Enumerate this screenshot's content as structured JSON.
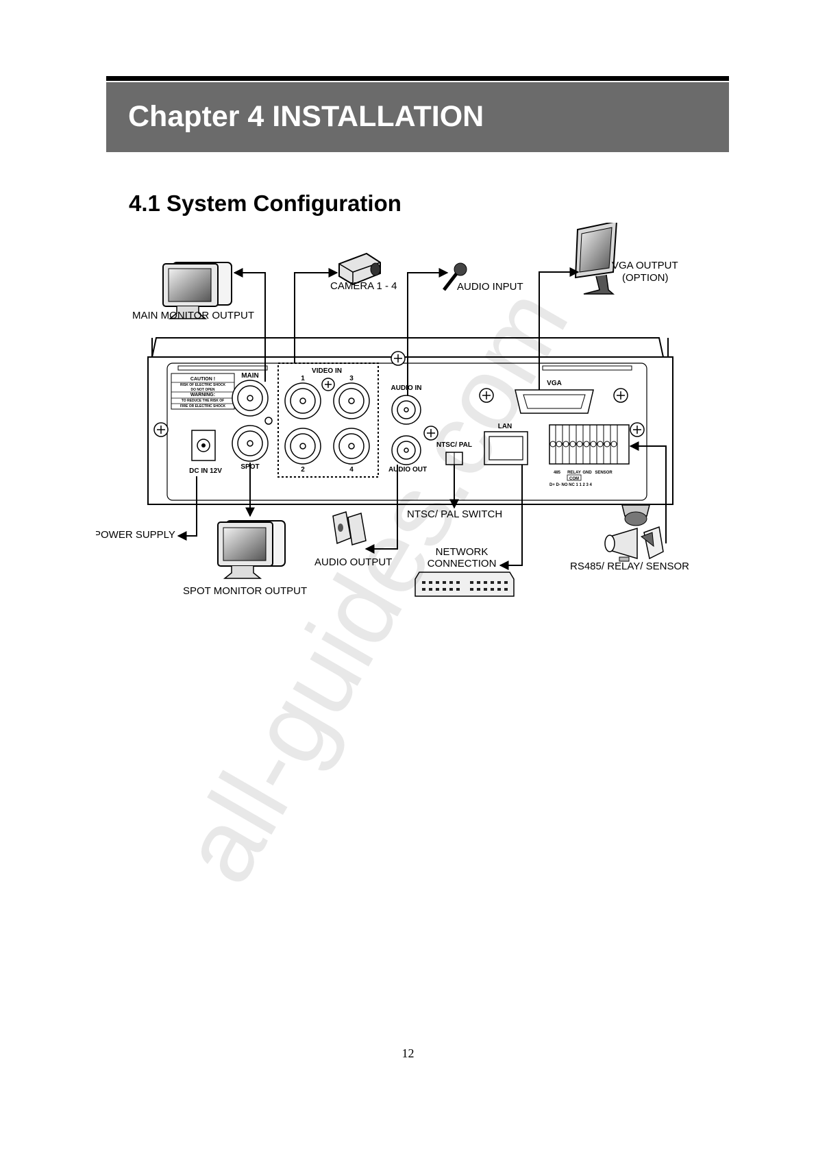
{
  "chapter": {
    "title": "Chapter 4 INSTALLATION"
  },
  "section": {
    "title": "4.1 System Configuration"
  },
  "diagram": {
    "labels": {
      "main_monitor_output": "MAIN MONITOR OUTPUT",
      "camera": "CAMERA 1 - 4",
      "audio_input": "AUDIO INPUT",
      "vga_output": "VGA OUTPUT",
      "vga_option": "(OPTION)",
      "power_supply": "POWER SUPPLY",
      "spot_monitor_output": "SPOT MONITOR OUTPUT",
      "audio_output": "AUDIO OUTPUT",
      "ntsc_pal_switch": "NTSC/ PAL SWITCH",
      "network_connection_1": "NETWORK",
      "network_connection_2": "CONNECTION",
      "rs485_relay_sensor": "RS485/ RELAY/ SENSOR"
    },
    "panel": {
      "caution": "CAUTION !",
      "caution_risk": "RISK OF ELECTRIC SHOCK",
      "caution_do_not_open": "DO NOT OPEN",
      "warning": "WARNING:",
      "warning_reduce": "TO REDUCE THE RISK OF",
      "warning_fire": "FIRE OR ELECTRIC SHOCK",
      "main": "MAIN",
      "spot": "SPOT",
      "video_in": "VIDEO IN",
      "ch1": "1",
      "ch2": "2",
      "ch3": "3",
      "ch4": "4",
      "audio_in": "AUDIO IN",
      "audio_out": "AUDIO OUT",
      "dc_in": "DC IN 12V",
      "ntsc_pal": "NTSC/ PAL",
      "lan": "LAN",
      "vga": "VGA",
      "t_485": "485",
      "t_relay": "RELAY",
      "t_gnd": "GND",
      "t_sensor": "SENSOR",
      "t_com": "COM",
      "t_bottom": "D+  D- NO   NC  1  1  2  3  4"
    }
  },
  "watermark": "all-guides.com",
  "page_number": "12"
}
